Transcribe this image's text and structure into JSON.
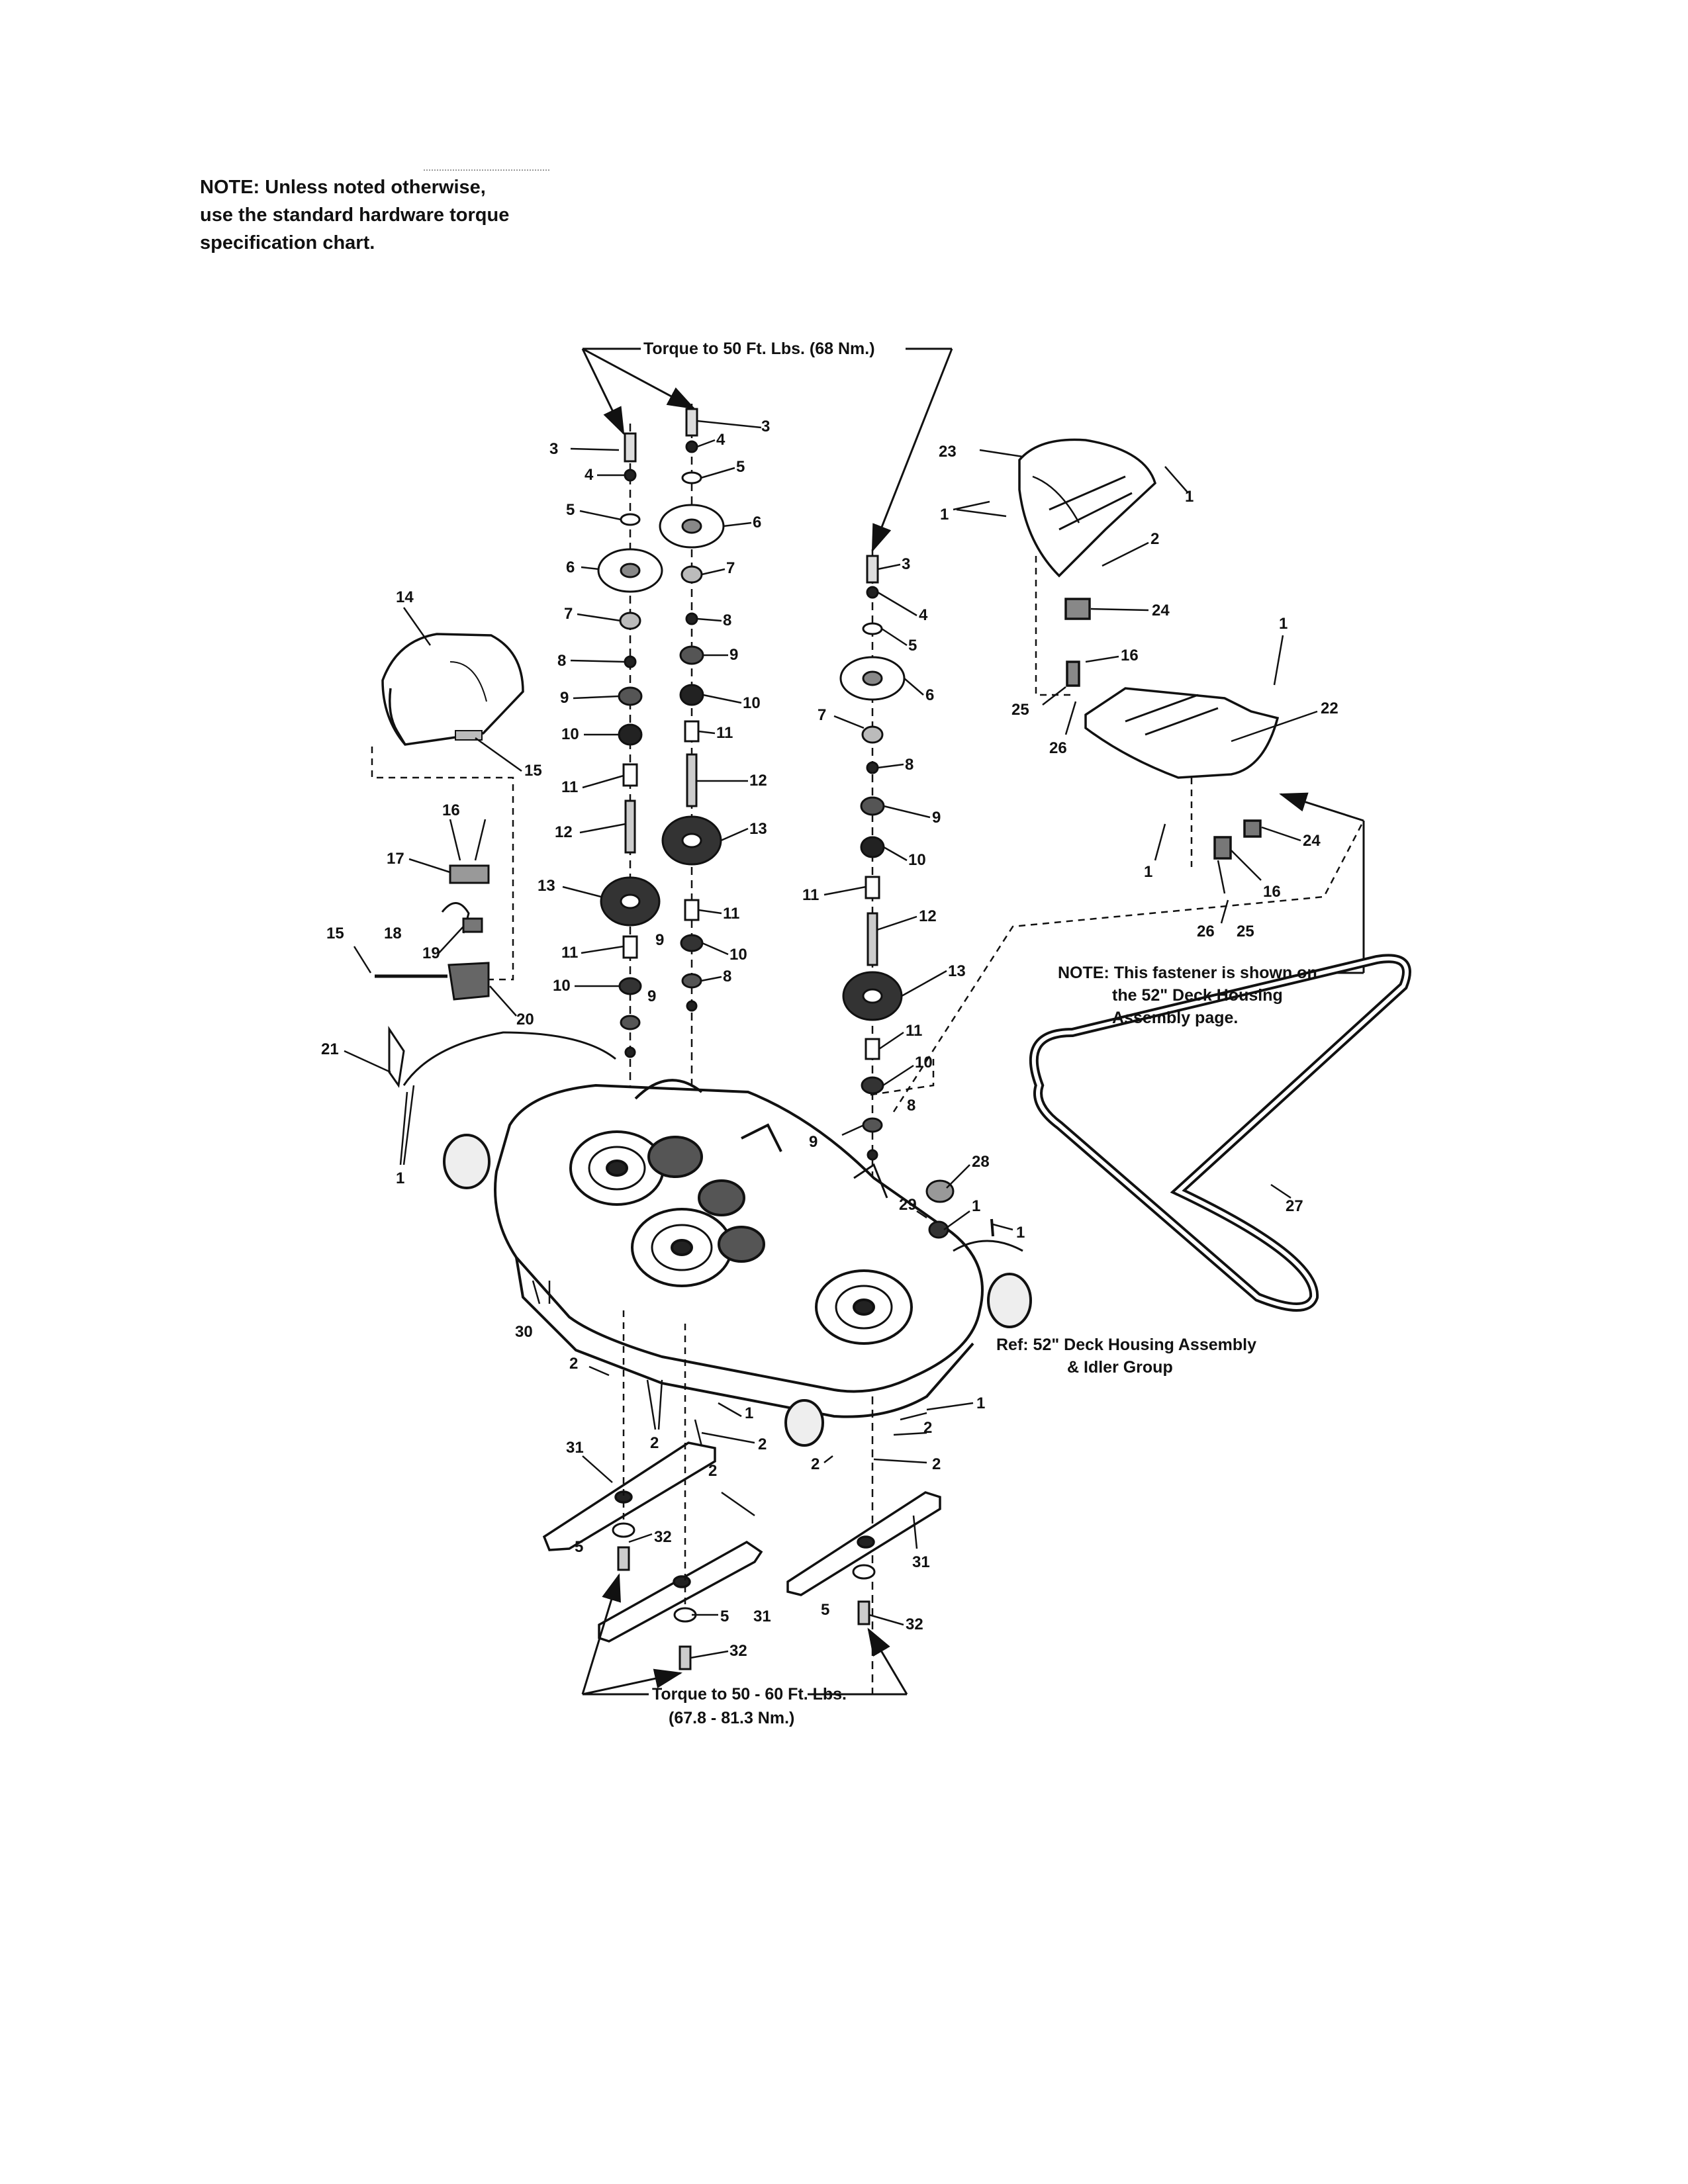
{
  "note": {
    "line1": "NOTE: Unless noted otherwise,",
    "line2": "use the standard hardware torque",
    "line3": "specification chart."
  },
  "annotations": {
    "torque_top": "Torque to 50 Ft. Lbs. (68 Nm.)",
    "torque_bottom_1": "Torque to 50 - 60 Ft. Lbs.",
    "torque_bottom_2": "(67.8 - 81.3 Nm.)",
    "fastener_note_1": "NOTE: This fastener is shown on",
    "fastener_note_2": "the 52\" Deck Housing",
    "fastener_note_3": "Assembly page.",
    "ref_1": "Ref: 52\" Deck Housing Assembly",
    "ref_2": "& Idler Group"
  },
  "callouts": [
    "1",
    "2",
    "3",
    "4",
    "5",
    "6",
    "7",
    "8",
    "9",
    "10",
    "11",
    "12",
    "13",
    "14",
    "15",
    "16",
    "17",
    "18",
    "19",
    "20",
    "21",
    "22",
    "23",
    "24",
    "25",
    "26",
    "27",
    "28",
    "29",
    "30",
    "31",
    "32"
  ]
}
